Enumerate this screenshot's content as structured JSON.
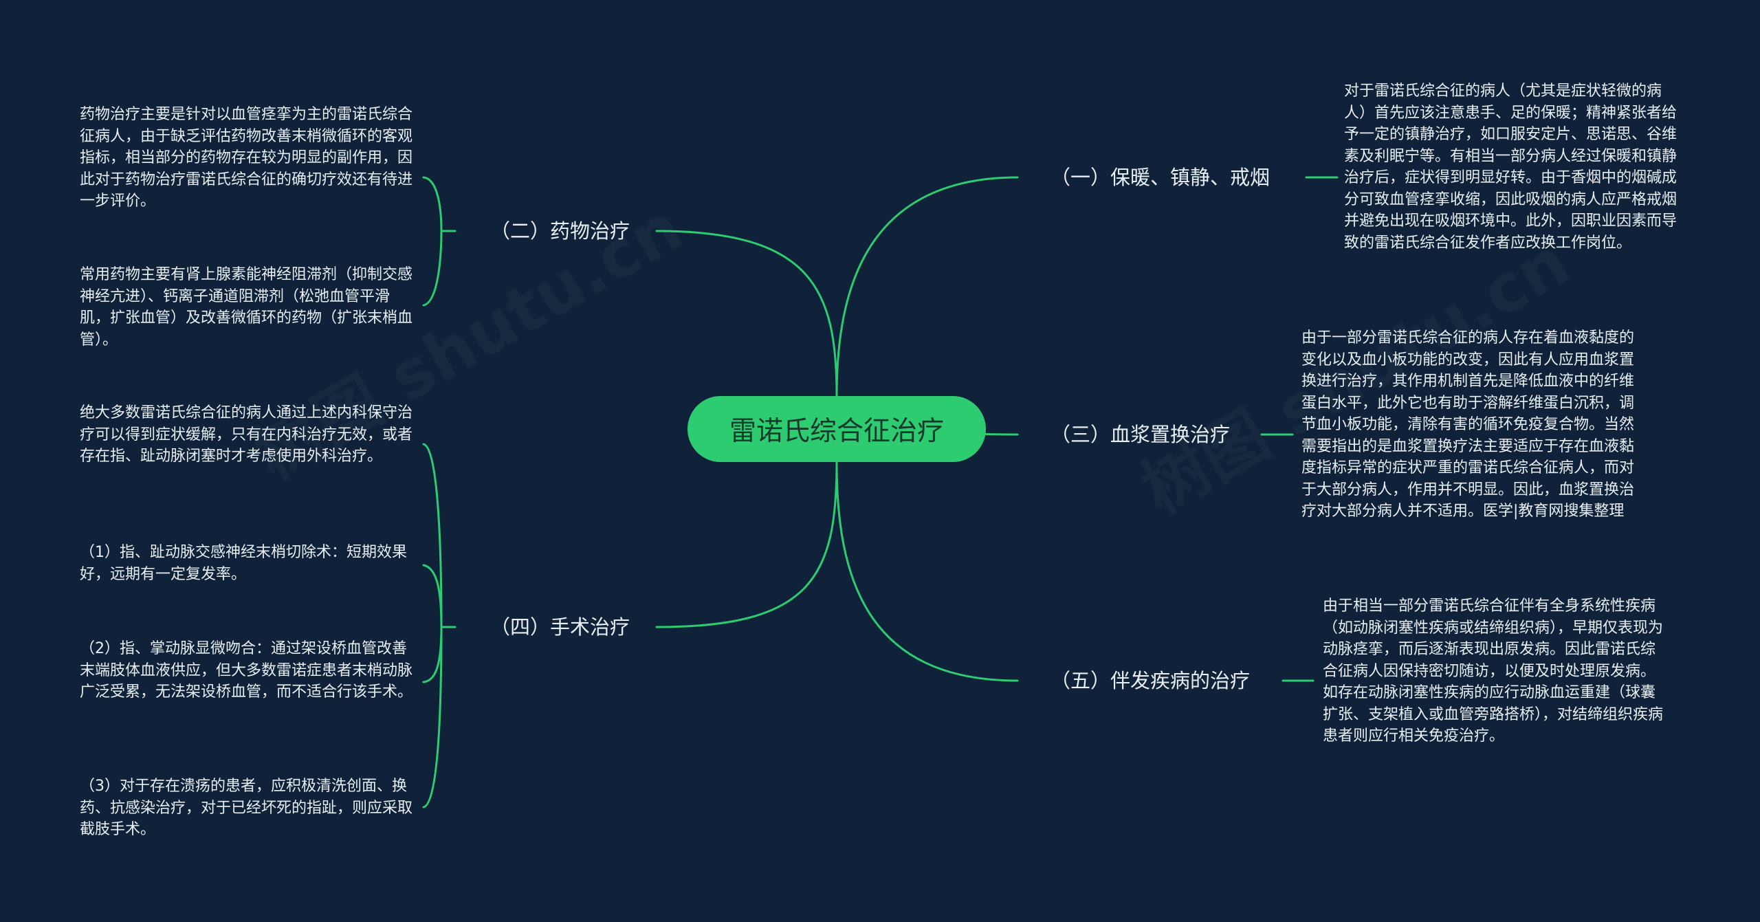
{
  "watermark": "树图 shutu.cn",
  "colors": {
    "background": "#0f2239",
    "root": "#2ecc71",
    "line": "#2ecc71",
    "text": "#e9eef3"
  },
  "root": {
    "label": "雷诺氏综合征治疗"
  },
  "branches": {
    "b1": {
      "label": "（一）保暖、镇静、戒烟",
      "leaves": [
        "对于雷诺氏综合征的病人（尤其是症状轻微的病人）首先应该注意患手、足的保暖；精神紧张者给予一定的镇静治疗，如口服安定片、思诺思、谷维素及利眠宁等。有相当一部分病人经过保暖和镇静治疗后，症状得到明显好转。由于香烟中的烟碱成分可致血管痉挛收缩，因此吸烟的病人应严格戒烟并避免出现在吸烟环境中。此外，因职业因素而导致的雷诺氏综合征发作者应改换工作岗位。"
      ]
    },
    "b2": {
      "label": "（二）药物治疗",
      "leaves": [
        "药物治疗主要是针对以血管痉挛为主的雷诺氏综合征病人，由于缺乏评估药物改善末梢微循环的客观指标，相当部分的药物存在较为明显的副作用，因此对于药物治疗雷诺氏综合征的确切疗效还有待进一步评价。",
        "常用药物主要有肾上腺素能神经阻滞剂（抑制交感神经亢进）、钙离子通道阻滞剂（松弛血管平滑肌，扩张血管）及改善微循环的药物（扩张末梢血管）。"
      ]
    },
    "b3": {
      "label": "（三）血浆置换治疗",
      "leaves": [
        "由于一部分雷诺氏综合征的病人存在着血液黏度的变化以及血小板功能的改变，因此有人应用血浆置换进行治疗，其作用机制首先是降低血液中的纤维蛋白水平，此外它也有助于溶解纤维蛋白沉积，调节血小板功能，清除有害的循环免疫复合物。当然需要指出的是血浆置换疗法主要适应于存在血液黏度指标异常的症状严重的雷诺氏综合征病人，而对于大部分病人，作用并不明显。因此，血浆置换治疗对大部分病人并不适用。医学|教育网搜集整理"
      ]
    },
    "b4": {
      "label": "（四）手术治疗",
      "leaves": [
        "绝大多数雷诺氏综合征的病人通过上述内科保守治疗可以得到症状缓解，只有在内科治疗无效，或者存在指、趾动脉闭塞时才考虑使用外科治疗。",
        "（1）指、趾动脉交感神经末梢切除术：短期效果好，远期有一定复发率。",
        "（2）指、掌动脉显微吻合：通过架设桥血管改善末端肢体血液供应，但大多数雷诺症患者末梢动脉广泛受累，无法架设桥血管，而不适合行该手术。",
        "（3）对于存在溃疡的患者，应积极清洗创面、换药、抗感染治疗，对于已经坏死的指趾，则应采取截肢手术。"
      ]
    },
    "b5": {
      "label": "（五）伴发疾病的治疗",
      "leaves": [
        "由于相当一部分雷诺氏综合征伴有全身系统性疾病（如动脉闭塞性疾病或结缔组织病），早期仅表现为动脉痉挛，而后逐渐表现出原发病。因此雷诺氏综合征病人因保持密切随访，以便及时处理原发病。如存在动脉闭塞性疾病的应行动脉血运重建（球囊扩张、支架植入或血管旁路搭桥），对结缔组织疾病患者则应行相关免疫治疗。"
      ]
    }
  }
}
